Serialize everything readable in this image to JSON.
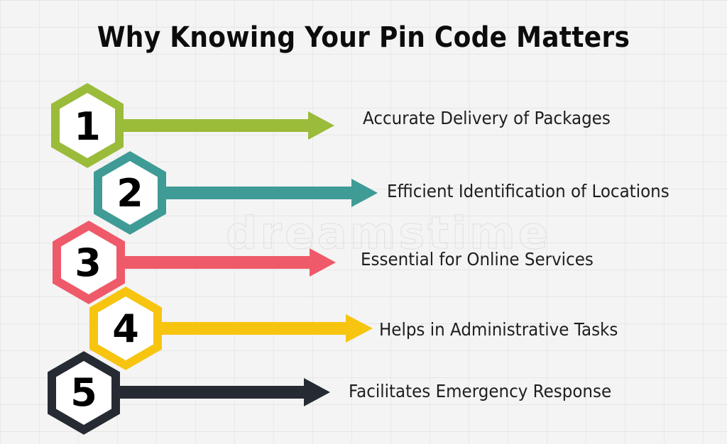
{
  "title": "Why Knowing Your Pin Code Matters",
  "watermark": "dreamstime",
  "items": [
    {
      "number": "1",
      "label": "Accurate Delivery of Packages",
      "color": "#9bbb3a",
      "icon": "hexagon-number-icon"
    },
    {
      "number": "2",
      "label": "Efficient Identification of Locations",
      "color": "#3f9b95",
      "icon": "hexagon-number-icon"
    },
    {
      "number": "3",
      "label": "Essential for Online Services",
      "color": "#ee5a6a",
      "icon": "hexagon-number-icon"
    },
    {
      "number": "4",
      "label": "Helps in Administrative Tasks",
      "color": "#f7c510",
      "icon": "hexagon-number-icon"
    },
    {
      "number": "5",
      "label": "Facilitates Emergency Response",
      "color": "#262b33",
      "icon": "hexagon-number-icon"
    }
  ]
}
